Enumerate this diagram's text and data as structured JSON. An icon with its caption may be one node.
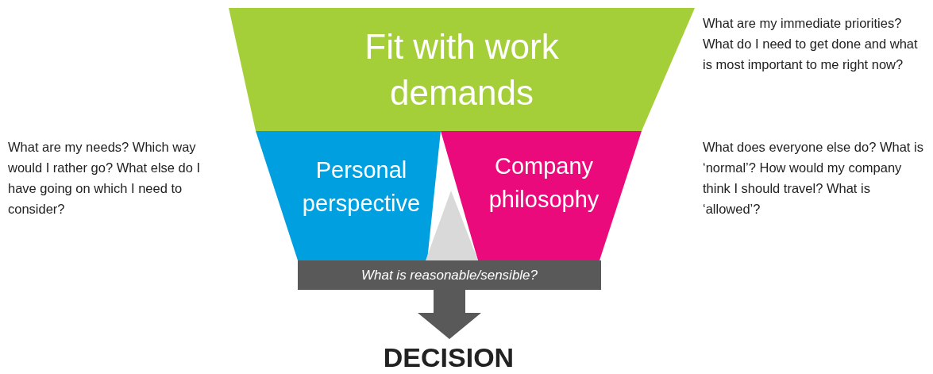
{
  "diagram": {
    "nodes": [
      {
        "text": [
          "Fit with work demands"
        ]
      },
      {
        "text": [
          "Personal perspective"
        ]
      },
      {
        "text": [
          "Company philosophy"
        ]
      },
      {
        "text": [],
        "shape": "triangle"
      },
      {
        "text": [
          "What is reasonable/sensible?"
        ]
      },
      {
        "text": [
          "DECISION"
        ]
      }
    ],
    "edges": [
      {
        "from": 4,
        "to": 5,
        "arrow": "to",
        "style": "thick"
      }
    ],
    "labels": [
      "What are my immediate priorities? What do I need to get done and what is most important to me right now?",
      "What are my needs? Which way would I rather go? What else do I have going on which I need to consider?",
      "What does everyone else do? What is ‘normal’? How would my company think I should travel? What is ‘allowed’?"
    ]
  }
}
